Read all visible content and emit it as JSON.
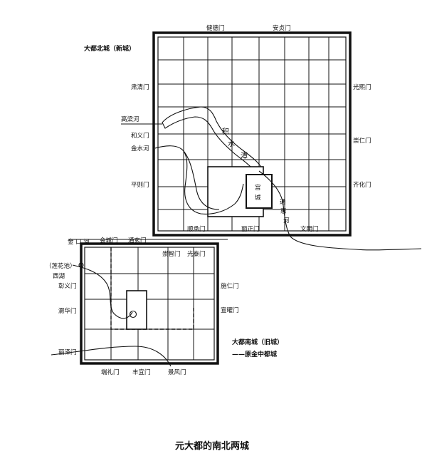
{
  "title": "元大都的南北两城",
  "north_city": {
    "name": "大都北城（新城）",
    "gates": {
      "north_1": "健德门",
      "north_2": "安贞门",
      "west_1": "肃清门",
      "west_2": "和义门",
      "west_3": "平则门",
      "east_1": "光熙门",
      "east_2": "崇仁门",
      "east_3": "齐化门",
      "south_1": "顺承门",
      "south_2": "丽正门",
      "south_3": "文明门"
    },
    "palace": "宫城",
    "water": {
      "jishuitan": [
        "积",
        "水",
        "潭"
      ],
      "gaoliang": "高梁河",
      "jinshui": "金水河",
      "tonghui": [
        "通",
        "惠",
        "河"
      ]
    }
  },
  "south_city": {
    "name": "大都南城（旧城）",
    "legend": "——原金中都城",
    "gates": {
      "north_1": "会城门",
      "north_2": "通玄门",
      "north_3": "崇智门",
      "north_4": "光泰门",
      "west_1": "彰义门",
      "west_2": "灏华门",
      "west_3": "丽泽门",
      "east_1": "施仁门",
      "east_2": "宣曜门",
      "south_1": "端礼门",
      "south_2": "丰宜门",
      "south_3": "景风门"
    },
    "water": {
      "jinkou": "金 口 河",
      "lianhuachi": "（莲花池）",
      "xihu": "西湖"
    }
  }
}
